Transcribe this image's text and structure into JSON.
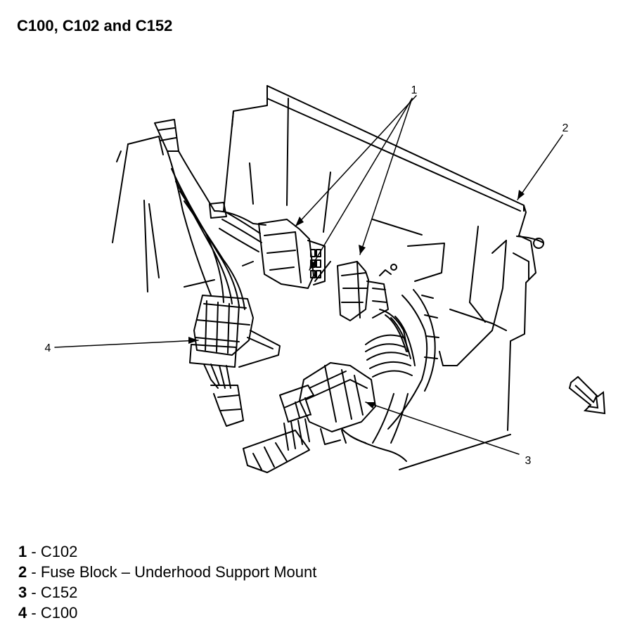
{
  "title": "C100, C102 and C152",
  "callouts": [
    {
      "number": "1"
    },
    {
      "number": "2"
    },
    {
      "number": "3"
    },
    {
      "number": "4"
    }
  ],
  "legend": [
    {
      "number": "1",
      "sep": " - ",
      "text": "C102"
    },
    {
      "number": "2",
      "sep": " - ",
      "text": "Fuse Block – Underhood Support Mount"
    },
    {
      "number": "3",
      "sep": " - ",
      "text": "C152"
    },
    {
      "number": "4",
      "sep": " - ",
      "text": "C100"
    }
  ]
}
